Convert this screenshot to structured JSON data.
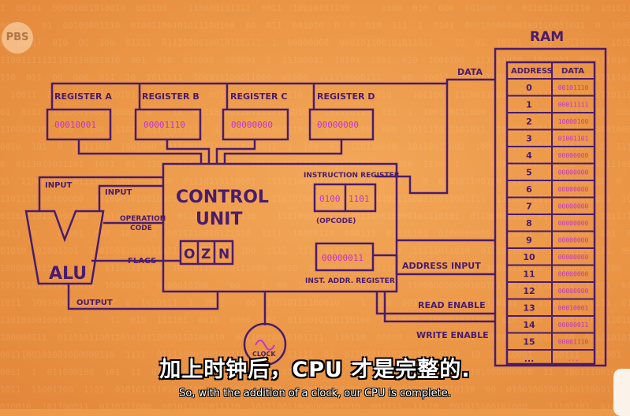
{
  "ram": {
    "title": "RAM",
    "address_header": "ADDRESS",
    "data_header": "DATA",
    "rows": [
      {
        "address": "0",
        "data": "00101110"
      },
      {
        "address": "1",
        "data": "00011111"
      },
      {
        "address": "2",
        "data": "10000100"
      },
      {
        "address": "3",
        "data": "01001101"
      },
      {
        "address": "4",
        "data": "00000000"
      },
      {
        "address": "5",
        "data": "00000000"
      },
      {
        "address": "6",
        "data": "00000000"
      },
      {
        "address": "7",
        "data": "00000000"
      },
      {
        "address": "8",
        "data": "00000000"
      },
      {
        "address": "9",
        "data": "00000000"
      },
      {
        "address": "10",
        "data": "00000000"
      },
      {
        "address": "11",
        "data": "00000000"
      },
      {
        "address": "12",
        "data": "00000000"
      },
      {
        "address": "13",
        "data": "00010001"
      },
      {
        "address": "14",
        "data": "00000011"
      },
      {
        "address": "15",
        "data": "00001110"
      },
      {
        "address": "...",
        "data": "..."
      }
    ]
  },
  "registers": [
    {
      "label": "REGISTER A",
      "value": "00010001"
    },
    {
      "label": "REGISTER B",
      "value": "00001110"
    },
    {
      "label": "REGISTER C",
      "value": "00000000"
    },
    {
      "label": "REGISTER D",
      "value": "00000000"
    }
  ],
  "control_unit": {
    "line1": "CONTROL",
    "line2": "UNIT",
    "instruction_register_label": "INSTRUCTION REGISTER",
    "opcode_value": "0100",
    "operand_value": "1101",
    "opcode_label": "(OPCODE)",
    "inst_addr_value": "00000011",
    "inst_addr_label": "INST. ADDR. REGISTER",
    "flags": [
      "O",
      "Z",
      "N"
    ]
  },
  "alu": {
    "label": "ALU",
    "input1": "INPUT",
    "input2": "INPUT",
    "operation_code_1": "OPERATION",
    "operation_code_2": "CODE",
    "flags": "FLAGS",
    "output": "OUTPUT"
  },
  "buses": {
    "data": "DATA",
    "address_input": "ADDRESS INPUT",
    "read_enable": "READ ENABLE",
    "write_enable": "WRITE ENABLE"
  },
  "clock": {
    "label": "CLOCK"
  },
  "logo": {
    "text": "PBS"
  },
  "subtitles": {
    "chinese": "加上时钟后，CPU 才是完整的.",
    "english": "So, with the addition of a clock, our CPU is complete."
  },
  "colors": {
    "background": "#ec9a4a",
    "line": "#4a1b6e",
    "value": "#c034d4"
  }
}
